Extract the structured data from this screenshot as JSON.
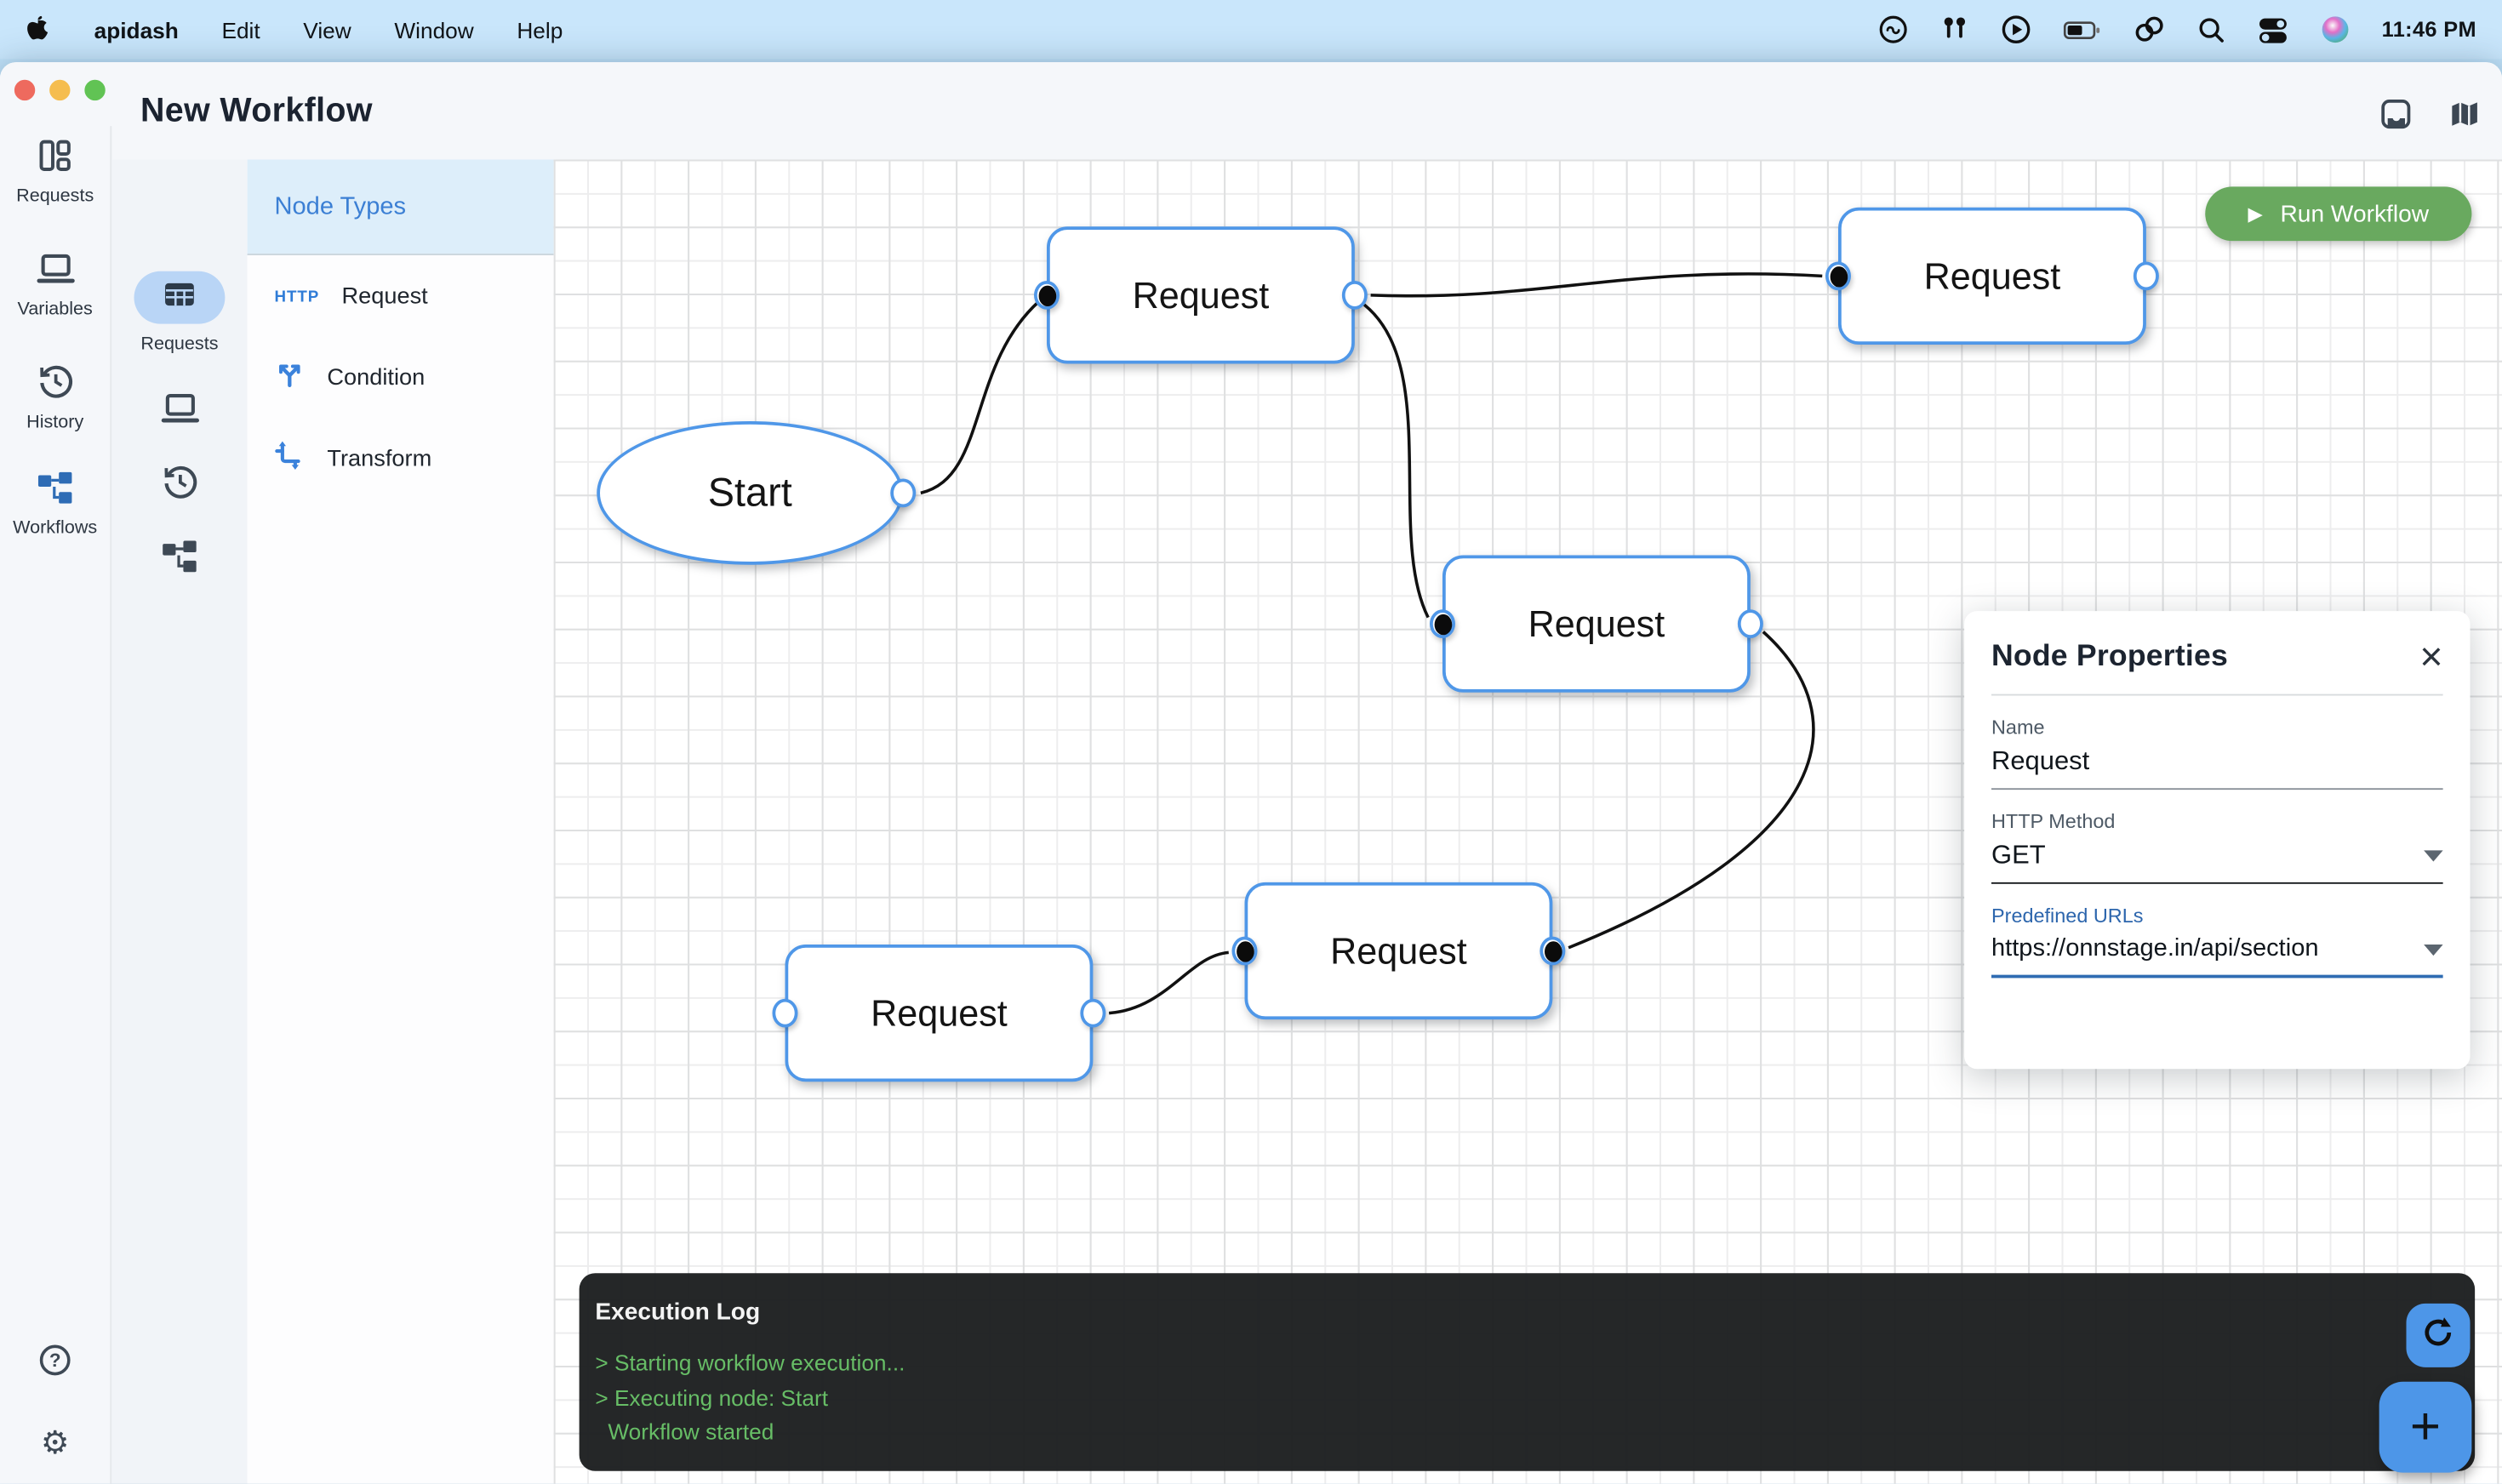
{
  "menu_bar": {
    "app_name": "apidash",
    "items": [
      "apidash",
      "Edit",
      "View",
      "Window",
      "Help"
    ],
    "status_icons": [
      "creative-cloud-icon",
      "airpods-icon",
      "play-circle-icon",
      "battery-icon",
      "linked-rings-icon",
      "search-icon",
      "control-center-icon",
      "siri-icon"
    ],
    "time": "11:46 PM"
  },
  "window": {
    "title": "New Workflow",
    "titlebar_icons": [
      "save-icon",
      "map-icon"
    ]
  },
  "sidebar_primary": {
    "items": [
      {
        "label": "Requests",
        "icon": "panels-icon"
      },
      {
        "label": "Variables",
        "icon": "laptop-icon"
      },
      {
        "label": "History",
        "icon": "history-icon"
      },
      {
        "label": "Workflows",
        "icon": "workflow-icon",
        "active": true
      }
    ],
    "bottom_icons": [
      "help-icon",
      "gear-icon"
    ]
  },
  "sidebar_secondary": {
    "active_item": {
      "label": "Requests",
      "icon": "table-icon"
    },
    "icons": [
      "laptop-icon",
      "history-icon",
      "workflow-icon"
    ]
  },
  "node_panel": {
    "header": "Node Types",
    "items": [
      {
        "badge": "HTTP",
        "label": "Request"
      },
      {
        "icon": "condition-icon",
        "label": "Condition"
      },
      {
        "icon": "transform-icon",
        "label": "Transform"
      }
    ]
  },
  "canvas": {
    "run_button_label": "Run Workflow",
    "nodes": [
      {
        "label": "Start",
        "shape": "ellipse"
      },
      {
        "label": "Request",
        "shape": "rect"
      },
      {
        "label": "Request",
        "shape": "rect"
      },
      {
        "label": "Request",
        "shape": "rect"
      },
      {
        "label": "Request",
        "shape": "rect"
      },
      {
        "label": "Request",
        "shape": "rect"
      }
    ],
    "edge_count": 5
  },
  "properties_panel": {
    "title": "Node Properties",
    "fields": [
      {
        "label": "Name",
        "value": "Request"
      },
      {
        "label": "HTTP Method",
        "value": "GET"
      },
      {
        "label": "Predefined URLs",
        "value": "https://onnstage.in/api/section"
      }
    ]
  },
  "execution_log": {
    "title": "Execution Log",
    "lines": [
      "> Starting workflow execution...",
      "> Executing node: Start",
      "Workflow started"
    ]
  },
  "colors": {
    "accent_blue": "#4d96e8",
    "node_border_blue": "#4f97e8",
    "run_green": "#69a95f",
    "log_green": "#67bd66",
    "menubar_blue": "#c9e6fb",
    "pill_blue": "#b9d5f6",
    "header_blue": "#ddeefa"
  }
}
